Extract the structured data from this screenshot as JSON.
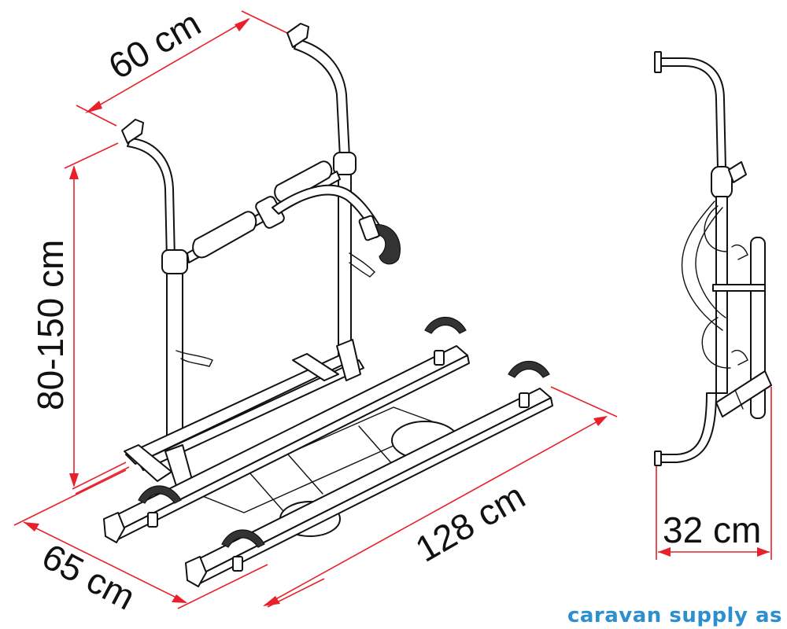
{
  "figure": {
    "subject": "caravan bike carrier technical drawing",
    "views": [
      "perspective view",
      "side view"
    ]
  },
  "dimensions": {
    "width_top": {
      "label": "60 cm"
    },
    "height_range": {
      "label": "80-150 cm"
    },
    "depth_base": {
      "label": "65 cm"
    },
    "rail_length": {
      "label": "128 cm"
    },
    "side_depth": {
      "label": "32 cm"
    }
  },
  "colors": {
    "dimension_lines": "#e8202a",
    "outline": "#111111",
    "brand": "#2b8fd0",
    "background": "#ffffff"
  },
  "brand": {
    "watermark": "caravan supply as"
  }
}
